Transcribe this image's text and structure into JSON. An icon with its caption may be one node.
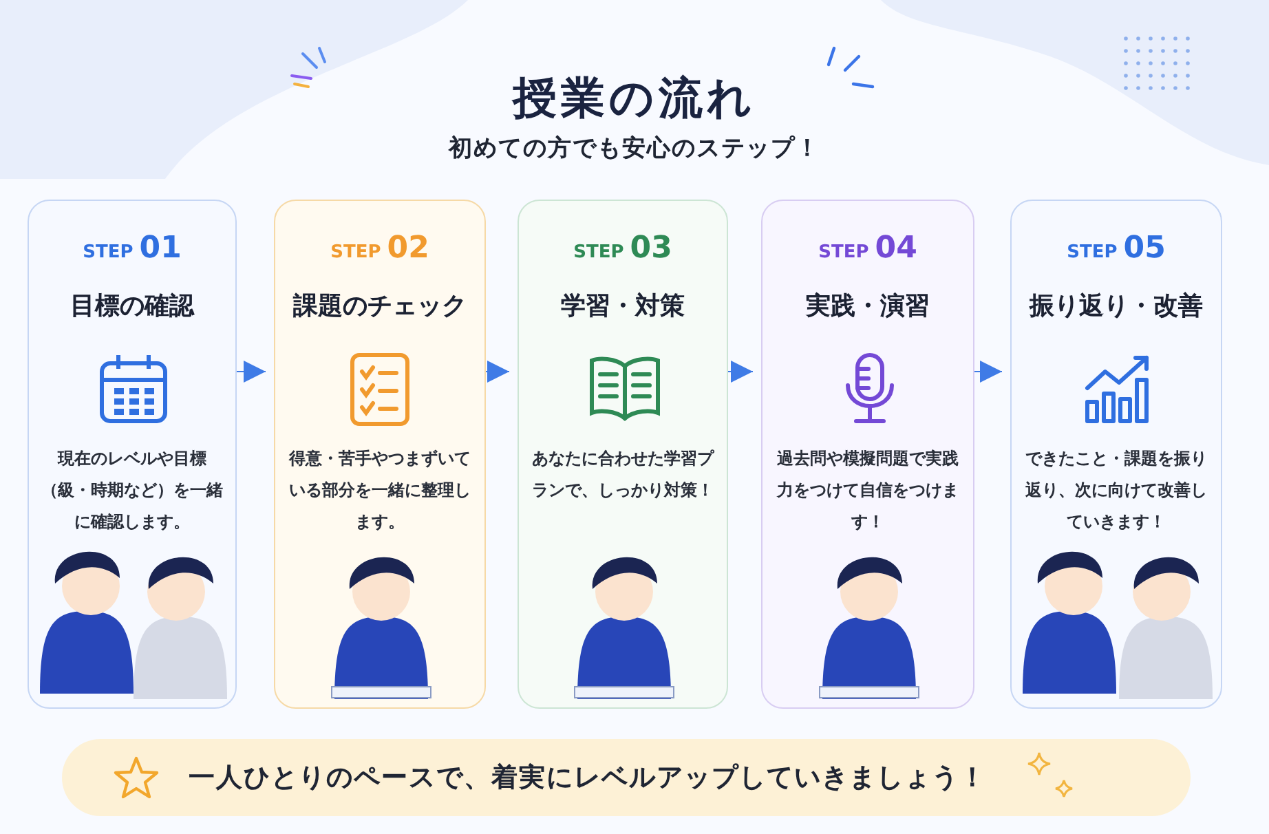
{
  "diagram": {
    "title": "授業の流れ",
    "nodes": [
      {
        "text": [
          "STEP 01",
          "目標の確認",
          "現在のレベルや目標（級・時期など）を一緒に確認します。"
        ]
      },
      {
        "text": [
          "STEP 02",
          "課題のチェック",
          "得意・苦手やつまずいている部分を一緒に整理します。"
        ]
      },
      {
        "text": [
          "STEP 03",
          "学習・対策",
          "あなたに合わせた学習プランで、しっかり対策！"
        ]
      },
      {
        "text": [
          "STEP 04",
          "実践・演習",
          "過去問や模擬問題で実践力をつけて自信をつけます！"
        ]
      },
      {
        "text": [
          "STEP 05",
          "振り返り・改善",
          "できたこと・課題を振り返り、次に向けて改善していきます！"
        ]
      },
      {
        "text": [
          "一人ひとりのペースで、着実にレベルアップしていきましょう！"
        ]
      }
    ],
    "edges": [
      {
        "from": 0,
        "to": 1,
        "arrow": "to"
      },
      {
        "from": 1,
        "to": 2,
        "arrow": "to"
      },
      {
        "from": 2,
        "to": 3,
        "arrow": "to"
      },
      {
        "from": 3,
        "to": 4,
        "arrow": "to"
      }
    ],
    "labels": [
      "初めての方でも安心のステップ！"
    ]
  }
}
